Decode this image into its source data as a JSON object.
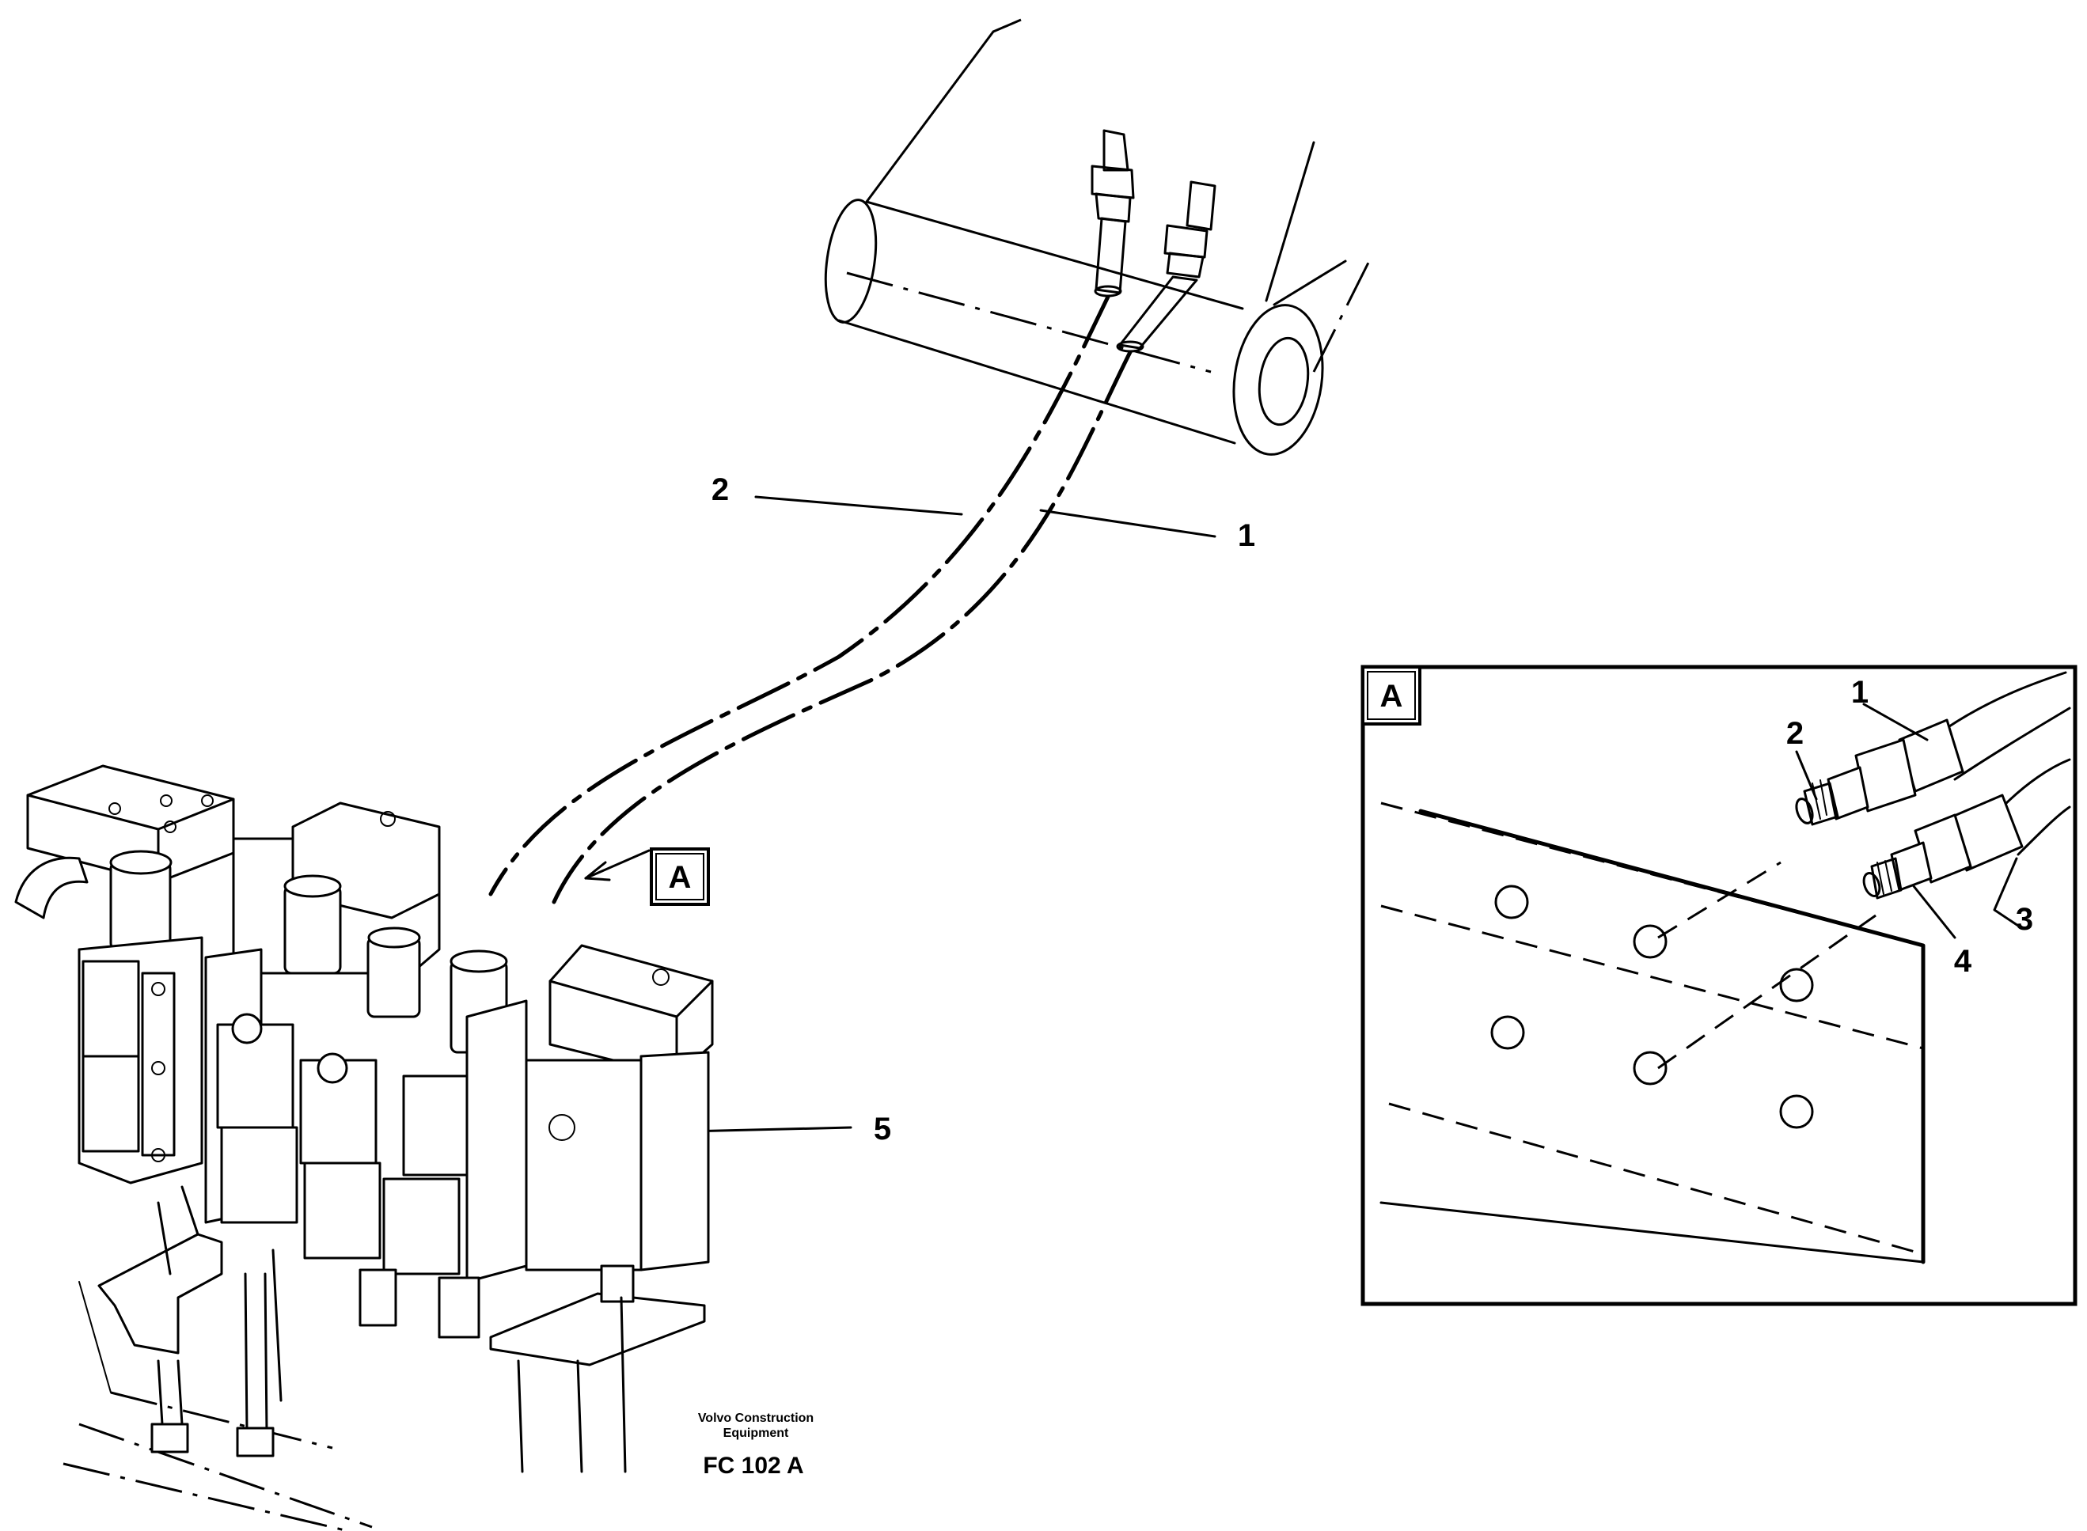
{
  "main_view": {
    "callouts": {
      "c1": "1",
      "c2": "2",
      "c5": "5"
    },
    "detail_pointer_label": "A"
  },
  "detail_view": {
    "label": "A",
    "callouts": {
      "c1": "1",
      "c2": "2",
      "c3": "3",
      "c4": "4"
    }
  },
  "footer": {
    "publisher_line1": "Volvo Construction",
    "publisher_line2": "Equipment",
    "figure_code": "FC 102 A"
  }
}
